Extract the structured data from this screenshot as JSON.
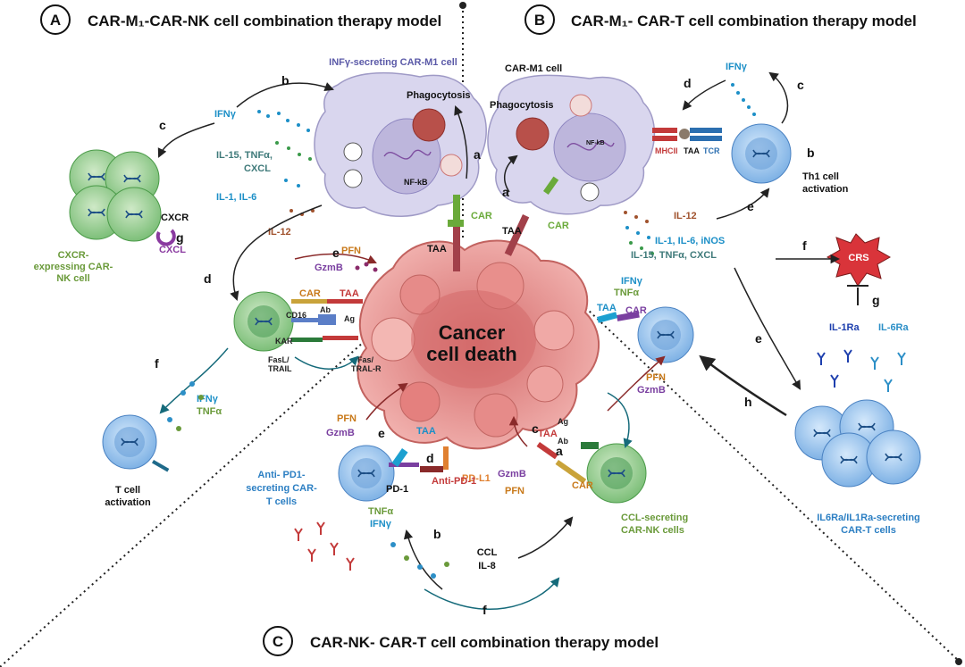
{
  "sections": {
    "a": {
      "badge": "A",
      "title": "CAR-M₁-CAR-NK cell combination therapy model"
    },
    "b": {
      "badge": "B",
      "title": "CAR-M₁- CAR-T cell combination therapy model"
    },
    "c": {
      "badge": "C",
      "title": "CAR-NK- CAR-T cell combination therapy model"
    }
  },
  "center": {
    "line1": "Cancer",
    "line2": "cell death"
  },
  "panel_a": {
    "car_m1_title": "INFγ-secreting CAR-M1 cell",
    "phagocytosis": "Phagocytosis",
    "nfkb": "NF-kB",
    "ifng": "IFNγ",
    "il15": "IL-15, TNFα,",
    "cxcl": "CXCL",
    "il1": "IL-1, IL-6",
    "il12": "IL-12",
    "cxcr": "CXCR",
    "cxcl2": "CXCL",
    "nk_l1": "CXCR-",
    "nk_l2": "expressing CAR-",
    "nk_l3": "NK cell",
    "pfn": "PFN",
    "gzmb": "GzmB",
    "car": "CAR",
    "taa": "TAA",
    "cd16": "CD16",
    "ab": "Ab",
    "ag": "Ag",
    "kar": "KAR",
    "fasl1": "FasL/",
    "fasl2": "TRAIL",
    "fas1": "Fas/",
    "fas2": "TRAL-R",
    "ifng2": "IFNγ",
    "tnfa2": "TNFα",
    "tcell1": "T cell",
    "tcell2": "activation",
    "car2": "CAR",
    "taa2": "TAA"
  },
  "panel_b": {
    "car_m1": "CAR-M1 cell",
    "phagocytosis": "Phagocytosis",
    "nfkb": "NF-kB",
    "mhc": "MHCII",
    "taa": "TAA",
    "tcr": "TCR",
    "ifng": "IFNγ",
    "th1_1": "Th1 cell",
    "th1_2": "activation",
    "car": "CAR",
    "taa2": "TAA",
    "il12": "IL-12",
    "il1": "IL-1, IL-6, iNOS",
    "il15": "IL-15, TNFα, CXCL",
    "crs": "CRS",
    "il1ra": "IL-1Ra",
    "il6ra": "IL-6Ra",
    "ifng2": "IFNγ",
    "tnfa2": "TNFα",
    "car2": "CAR",
    "taa3": "TAA",
    "pfn": "PFN",
    "gzmb": "GzmB",
    "tcell_l1": "IL6Ra/IL1Ra-secreting",
    "tcell_l2": "CAR-T cells"
  },
  "panel_c": {
    "pfn": "PFN",
    "gzmb": "GzmB",
    "taa": "TAA",
    "pdl1": "PD-L1",
    "pd1": "PD-1",
    "antipd1": "Anti-PD-1",
    "tcell_l1": "Anti- PD1-",
    "tcell_l2": "secreting CAR-",
    "tcell_l3": "T cells",
    "tnfa": "TNFα",
    "ifng": "IFNγ",
    "ccl": "CCL",
    "il8": "IL-8",
    "taa2": "TAA",
    "ag": "Ag",
    "ab": "Ab",
    "gzmb2": "GzmB",
    "pfn2": "PFN",
    "car": "CAR",
    "nk_l1": "CCL-secreting",
    "nk_l2": "CAR-NK cells"
  },
  "steps": {
    "a_a": "a",
    "a_b": "b",
    "a_c": "c",
    "a_d": "d",
    "a_e": "e",
    "a_f": "f",
    "a_g": "g",
    "b_a": "a",
    "b_b": "b",
    "b_c": "c",
    "b_d": "d",
    "b_e": "e",
    "b_e2": "e",
    "b_f": "f",
    "b_g": "g",
    "b_h": "h",
    "c_a": "a",
    "c_b": "b",
    "c_c": "c",
    "c_d": "d",
    "c_e": "e",
    "c_f": "f"
  },
  "colors": {
    "macrophage": "#d6d3ea",
    "nk": "#9fd39a",
    "tcell": "#a9cdf0",
    "tumor": "#e89a9a",
    "ifng": "#1c8fc7",
    "green_text": "#6a9a3a",
    "blue_text": "#2c7fc3",
    "red_text": "#b7312a",
    "orange_text": "#c8791a",
    "purple_text": "#7a3fa0",
    "crs": "#d9343a"
  }
}
